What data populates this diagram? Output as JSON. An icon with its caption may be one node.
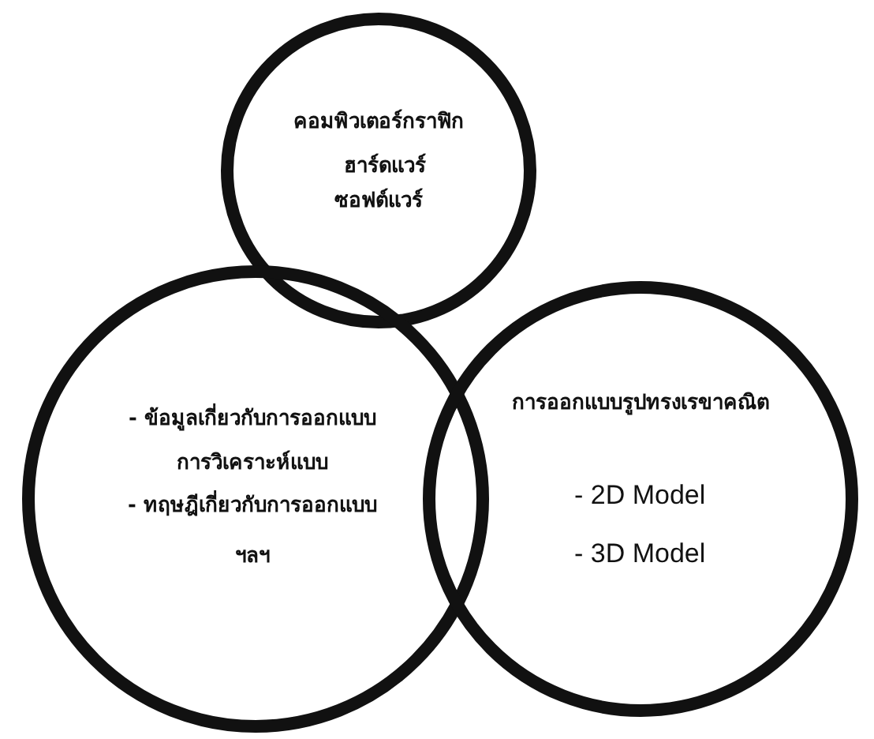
{
  "diagram": {
    "nodes": [
      {
        "text": [
          "คอมพิวเตอร์กราฟิก",
          "ฮาร์ดแวร์",
          "ซอฟต์แวร์"
        ]
      },
      {
        "text": [
          "- ข้อมูลเกี่ยวกับการออกแบบ",
          "การวิเคราะห์แบบ",
          "- ทฤษฎีเกี่ยวกับการออกแบบ",
          "ฯลฯ"
        ]
      },
      {
        "text": [
          "การออกแบบรูปทรงเรขาคณิต",
          "- 2D Model",
          "- 3D Model"
        ]
      }
    ]
  }
}
